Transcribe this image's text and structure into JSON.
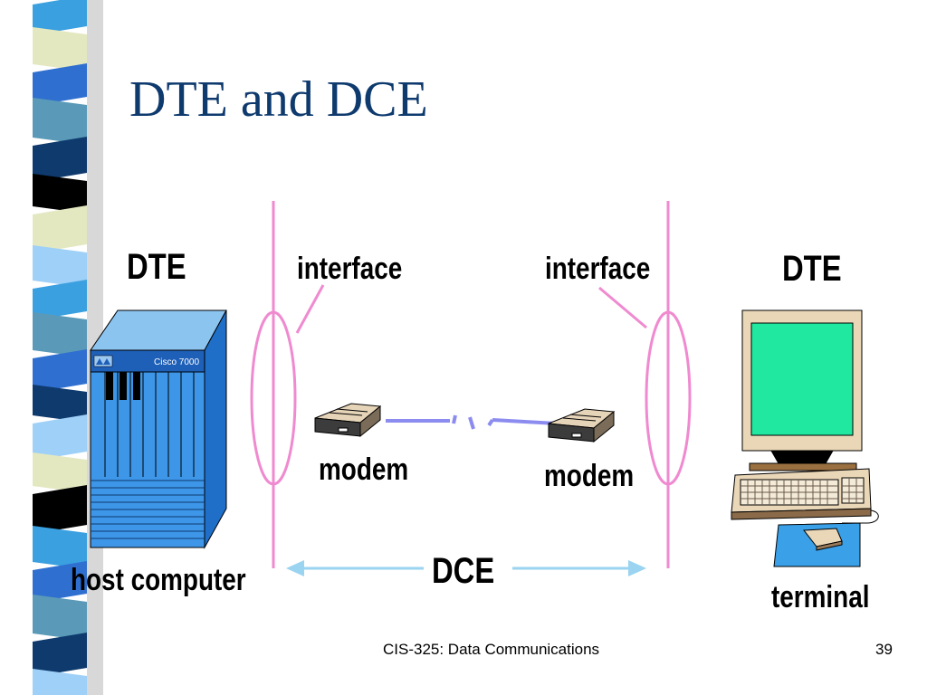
{
  "slide": {
    "title": "DTE and DCE",
    "footer": "CIS-325: Data Communications",
    "page_number": "39"
  },
  "diagram": {
    "left_dte_label": "DTE",
    "right_dte_label": "DTE",
    "left_interface_label": "interface",
    "right_interface_label": "interface",
    "left_modem_label": "modem",
    "right_modem_label": "modem",
    "dce_label": "DCE",
    "host_label": "host computer",
    "terminal_label": "terminal",
    "router_brand_label": "Cisco 7000"
  },
  "colors": {
    "title": "#0e3a6e",
    "boundary_line": "#f08ad0",
    "dce_arrow": "#9ad4f0",
    "host_body": "#3d96e8",
    "screen": "#20e8a0",
    "link_line": "#8c8cf0",
    "strip_palette": [
      "#0e3a6e",
      "#2f6fd0",
      "#3aa0e0",
      "#9ed0f8",
      "#e4e8c0",
      "#000000",
      "#5a9ab8"
    ]
  }
}
